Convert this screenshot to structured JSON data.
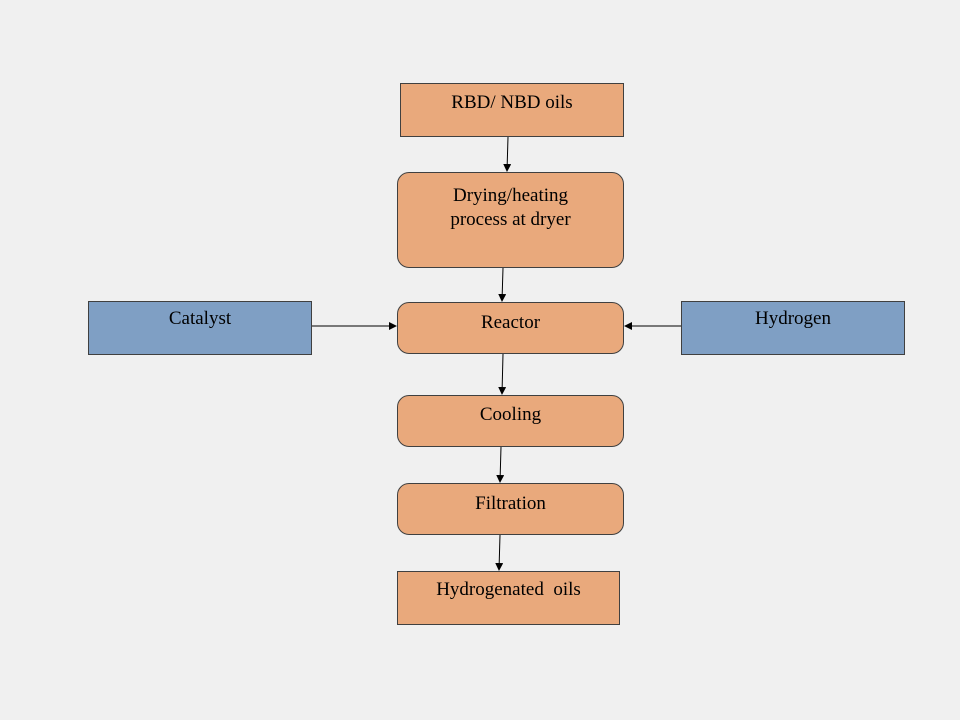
{
  "diagram": {
    "nodes": {
      "input": "RBD/ NBD oils",
      "dryer_line1": "Drying/heating",
      "dryer_line2": "process at dryer",
      "reactor": "Reactor",
      "cooling": "Cooling",
      "filtration": "Filtration",
      "output": "Hydrogenated  oils",
      "catalyst": "Catalyst",
      "hydrogen": "Hydrogen"
    },
    "edges": [
      {
        "from": "input",
        "to": "dryer"
      },
      {
        "from": "dryer",
        "to": "reactor"
      },
      {
        "from": "catalyst",
        "to": "reactor"
      },
      {
        "from": "hydrogen",
        "to": "reactor"
      },
      {
        "from": "reactor",
        "to": "cooling"
      },
      {
        "from": "cooling",
        "to": "filtration"
      },
      {
        "from": "filtration",
        "to": "output"
      }
    ],
    "colors": {
      "process_fill": "#e9a97c",
      "input_fill": "#7f9fc4",
      "background": "#f0f0f0",
      "arrow": "#000000"
    }
  }
}
